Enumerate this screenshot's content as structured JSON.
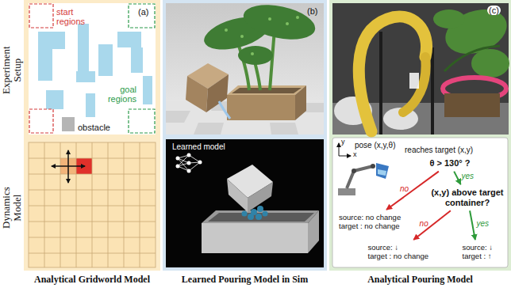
{
  "diagram": {
    "nodes": [
      {
        "text": [
          "(a)",
          "Analytical Gridworld Model"
        ]
      },
      {
        "text": [
          "(b)",
          "Learned Pouring Model in Sim"
        ]
      },
      {
        "text": [
          "(c)",
          "Analytical Pouring Model"
        ]
      },
      {
        "text": [
          "θ > 130° ?"
        ],
        "in": 2
      },
      {
        "text": [
          "source: no change",
          "target : no change"
        ],
        "in": 2
      },
      {
        "text": [
          "(x,y) above target container?"
        ],
        "in": 2
      },
      {
        "text": [
          "source: ↓",
          "target : no change"
        ],
        "in": 2
      },
      {
        "text": [
          "source: ↓",
          "target : ↑"
        ],
        "in": 2
      }
    ],
    "edges": [
      {
        "from": 3,
        "to": 4,
        "arrow": "to",
        "label": "no"
      },
      {
        "from": 3,
        "to": 5,
        "arrow": "to",
        "label": "yes"
      },
      {
        "from": 5,
        "to": 6,
        "arrow": "to",
        "label": "no"
      },
      {
        "from": 5,
        "to": 7,
        "arrow": "to",
        "label": "yes"
      }
    ],
    "labels": [
      "Experiment Setup",
      "Dynamics Model",
      "start regions",
      "goal regions",
      "obstacle",
      "Learned model",
      "y",
      "pose (x,y,θ)",
      "x",
      "reaches target (x,y)"
    ]
  }
}
